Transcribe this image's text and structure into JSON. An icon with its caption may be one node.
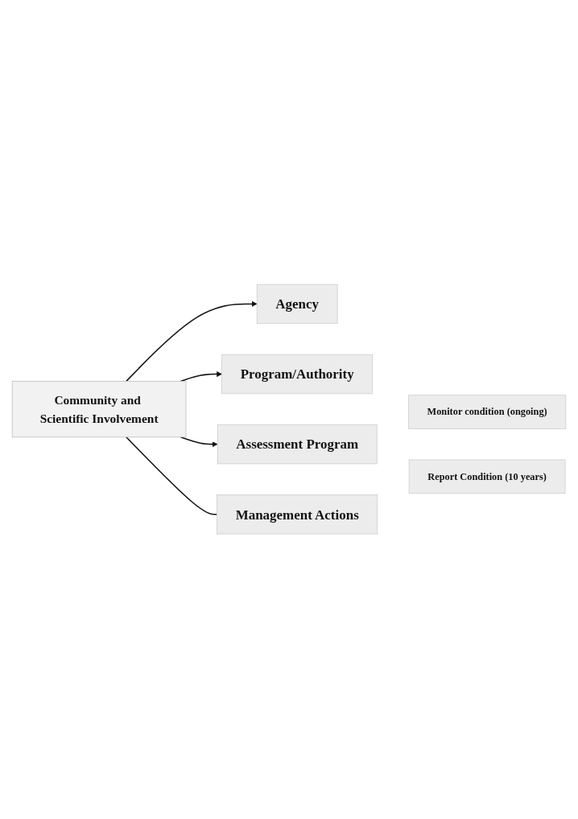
{
  "diagram": {
    "nodes": [
      {
        "text": [
          "Community and Scientific Involvement"
        ]
      },
      {
        "text": [
          "Agency"
        ]
      },
      {
        "text": [
          "Program/Authority"
        ]
      },
      {
        "text": [
          "Assessment Program"
        ]
      },
      {
        "text": [
          "Monitor condition (ongoing)"
        ]
      },
      {
        "text": [
          "Report Condition (10 years)"
        ]
      },
      {
        "text": [
          "Management Actions"
        ]
      }
    ],
    "edges": [
      {
        "from": 0,
        "to": 1,
        "arrow": "to"
      },
      {
        "from": 0,
        "to": 2,
        "arrow": "to"
      },
      {
        "from": 0,
        "to": 3,
        "arrow": "to"
      },
      {
        "from": 0,
        "to": 6,
        "arrow": "none"
      }
    ]
  }
}
